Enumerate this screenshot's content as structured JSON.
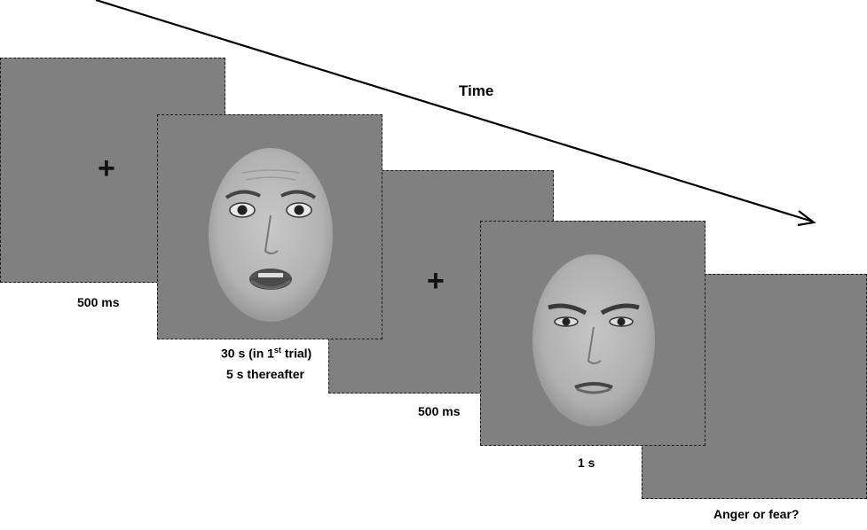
{
  "time_label": "Time",
  "frames": [
    {
      "id": "fixation-1",
      "symbol": "+",
      "duration": "500 ms"
    },
    {
      "id": "face-1",
      "duration_line1_pre": "30 s (in 1",
      "duration_line1_sup": "st",
      "duration_line1_post": " trial)",
      "duration_line2": "5 s thereafter"
    },
    {
      "id": "fixation-2",
      "symbol": "+",
      "duration": "500 ms"
    },
    {
      "id": "face-2",
      "duration": "1 s"
    },
    {
      "id": "response",
      "prompt": "Anger or fear?"
    }
  ],
  "colors": {
    "frame_gray": "#808080",
    "arrow": "#000000"
  }
}
